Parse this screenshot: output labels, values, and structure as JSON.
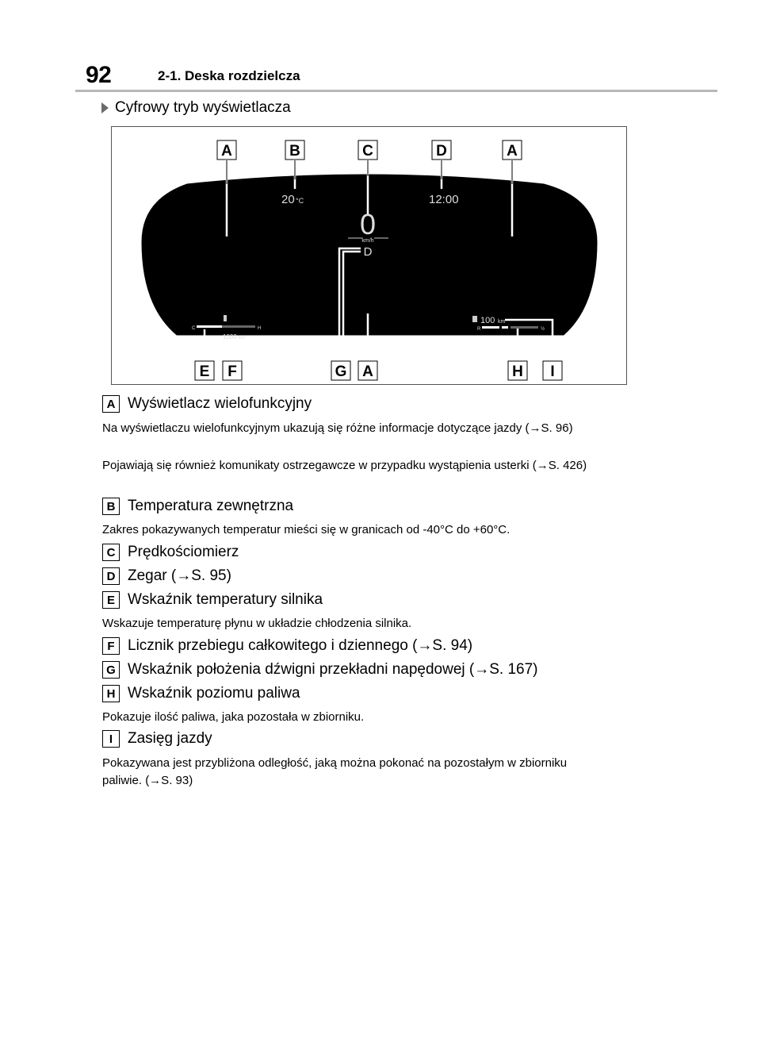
{
  "header": {
    "page_number": "92",
    "section_title": "2-1. Deska rozdzielcza"
  },
  "subheading": "Cyfrowy tryb wyświetlacza",
  "figure": {
    "top_labels": [
      "A",
      "B",
      "C",
      "D",
      "A"
    ],
    "bottom_labels": [
      "E",
      "F",
      "G",
      "A",
      "H",
      "I"
    ],
    "outside_temp": "20",
    "temp_unit": "°C",
    "clock": "12:00",
    "speed": "0",
    "speed_unit": "km/h",
    "gear": "D",
    "temp_gauge_cold": "C",
    "temp_gauge_hot": "H",
    "odometer": "1000",
    "odometer_unit": "km",
    "range_value": "100",
    "range_unit": "km",
    "fuel_gauge_empty": "R",
    "fuel_gauge_full": "½"
  },
  "legend": [
    {
      "letter": "A",
      "title": "Wyświetlacz wielofunkcyjny",
      "desc": [
        "Na wyświetlaczu wielofunkcyjnym ukazują się różne informacje dotyczące jazdy (→S. 96)",
        "Pojawiają się również komunikaty ostrzegawcze w przypadku wystąpienia usterki (→S. 426)"
      ]
    },
    {
      "letter": "B",
      "title": "Temperatura zewnętrzna",
      "desc": [
        "Zakres pokazywanych temperatur mieści się w granicach od -40°C do +60°C."
      ]
    },
    {
      "letter": "C",
      "title": "Prędkościomierz",
      "desc": []
    },
    {
      "letter": "D",
      "title": "Zegar (→S. 95)",
      "desc": []
    },
    {
      "letter": "E",
      "title": "Wskaźnik temperatury silnika",
      "desc": [
        "Wskazuje temperaturę płynu w układzie chłodzenia silnika."
      ]
    },
    {
      "letter": "F",
      "title": "Licznik przebiegu całkowitego i dziennego (→S. 94)",
      "desc": []
    },
    {
      "letter": "G",
      "title": "Wskaźnik położenia dźwigni przekładni napędowej (→S. 167)",
      "desc": []
    },
    {
      "letter": "H",
      "title": "Wskaźnik poziomu paliwa",
      "desc": [
        "Pokazuje ilość paliwa, jaka pozostała w zbiorniku."
      ]
    },
    {
      "letter": "I",
      "title": "Zasięg jazdy",
      "desc": [
        "Pokazywana jest przybliżona odległość, jaką można pokonać na pozostałym w zbiorniku paliwie. (→S. 93)"
      ]
    }
  ]
}
